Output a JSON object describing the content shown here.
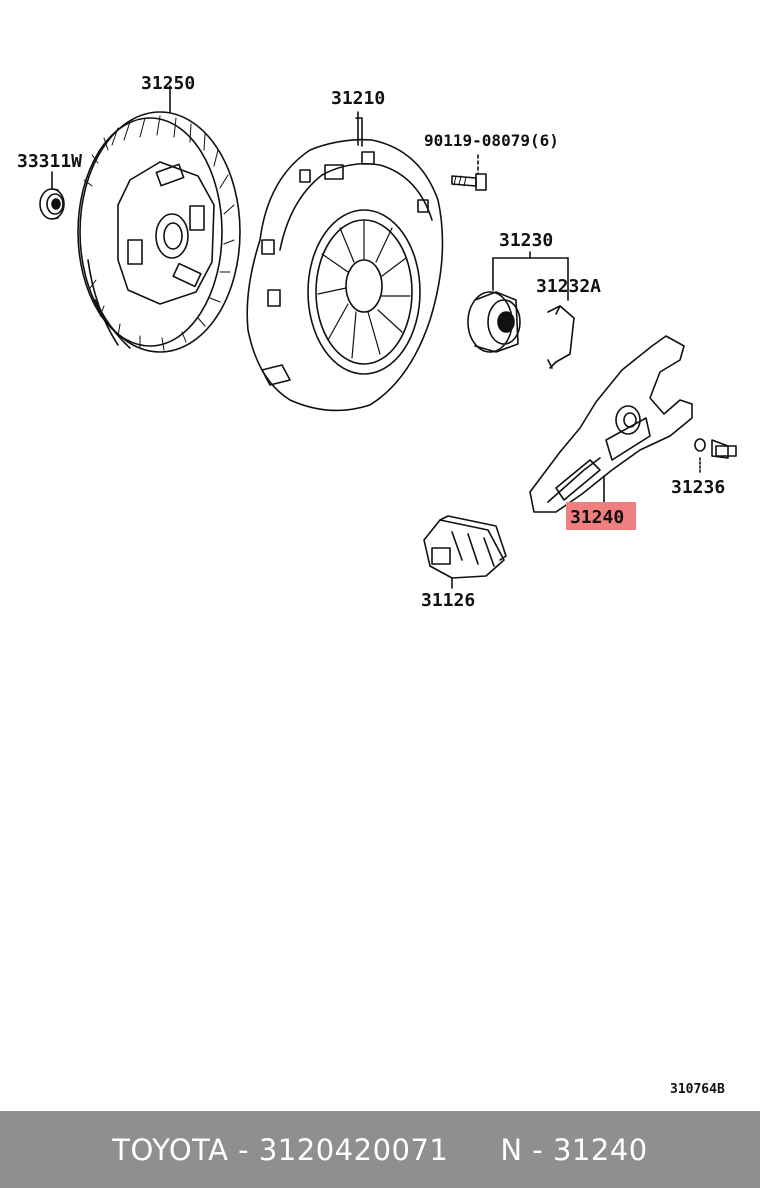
{
  "diagram": {
    "ref_code": "310764B",
    "highlight_color": "#f08080",
    "labels": {
      "p31250": "31250",
      "p33311w": "33311W",
      "p31210": "31210",
      "p90119": "90119-08079(6)",
      "p31230": "31230",
      "p31232a": "31232A",
      "p31240": "31240",
      "p31236": "31236",
      "p31126": "31126"
    }
  },
  "footer": {
    "brand_part": "TOYOTA - 3120420071",
    "ref_part": "N - 31240",
    "background": "#8f8f8f"
  }
}
